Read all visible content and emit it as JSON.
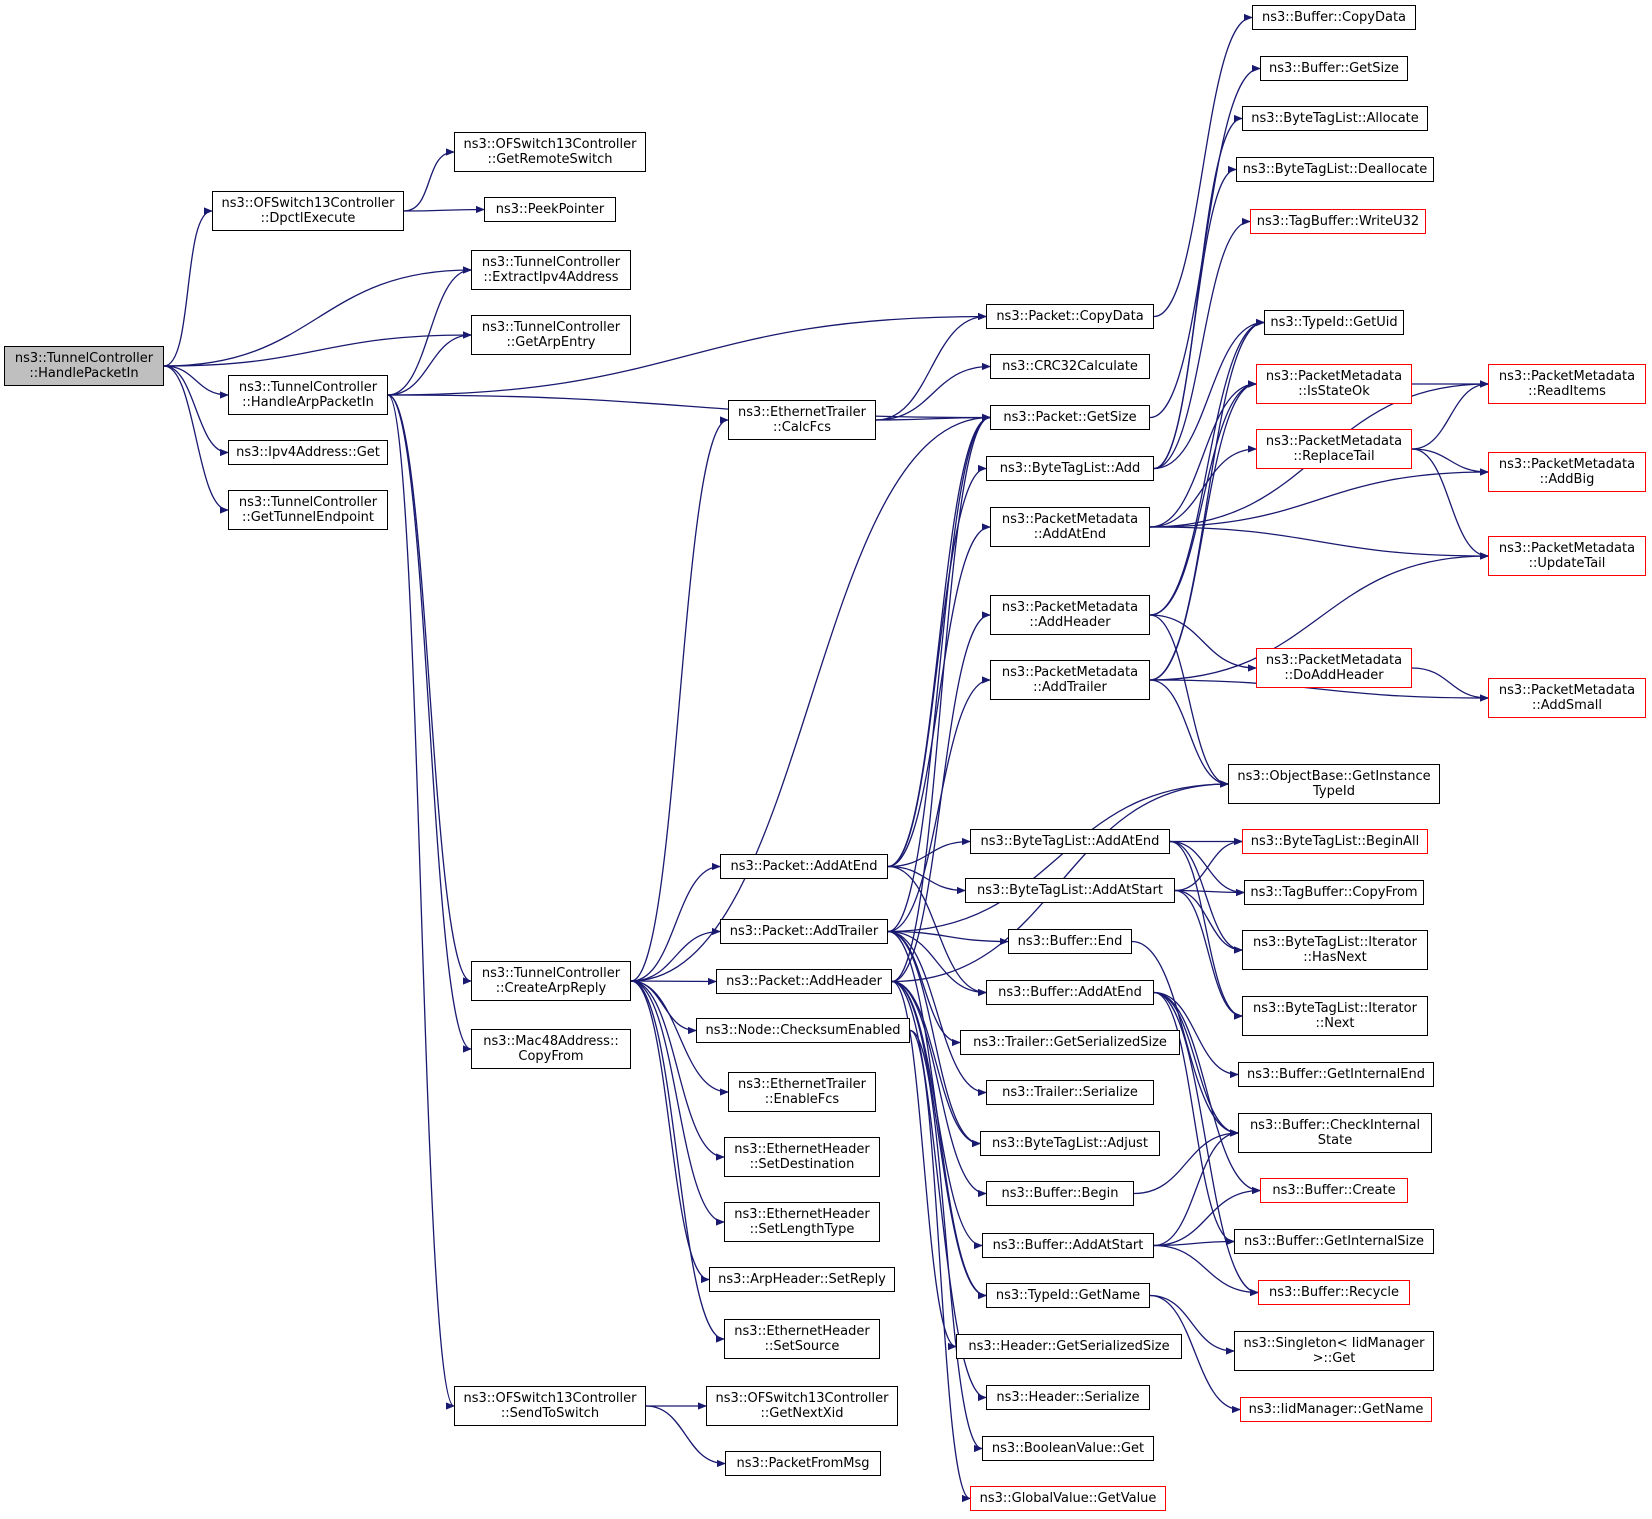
{
  "colors": {
    "edge": "#191970",
    "border": "#000000",
    "highlight_border": "#ff0000",
    "root_fill": "#bfbfbf"
  },
  "nodes": {
    "handlepacketin": "ns3::TunnelController\n::HandlePacketIn",
    "dpctlexecute": "ns3::OFSwitch13Controller\n::DpctlExecute",
    "getremoteswitch": "ns3::OFSwitch13Controller\n::GetRemoteSwitch",
    "peekpointer": "ns3::PeekPointer",
    "extractipv4address": "ns3::TunnelController\n::ExtractIpv4Address",
    "getarpentry": "ns3::TunnelController\n::GetArpEntry",
    "handlearppacketin": "ns3::TunnelController\n::HandleArpPacketIn",
    "ipv4addressget": "ns3::Ipv4Address::Get",
    "gettunnelendpoint": "ns3::TunnelController\n::GetTunnelEndpoint",
    "createarpreply": "ns3::TunnelController\n::CreateArpReply",
    "mac48copyfrom": "ns3::Mac48Address::\nCopyFrom",
    "sendtoswitch": "ns3::OFSwitch13Controller\n::SendToSwitch",
    "getnextxid": "ns3::OFSwitch13Controller\n::GetNextXid",
    "packetfrommsg": "ns3::PacketFromMsg",
    "calcfcs": "ns3::EthernetTrailer\n::CalcFcs",
    "packetaddatend": "ns3::Packet::AddAtEnd",
    "packetaddtrailer": "ns3::Packet::AddTrailer",
    "packetaddheader": "ns3::Packet::AddHeader",
    "checksumenabled": "ns3::Node::ChecksumEnabled",
    "enablefcs": "ns3::EthernetTrailer\n::EnableFcs",
    "setdestination": "ns3::EthernetHeader\n::SetDestination",
    "setlengthtype": "ns3::EthernetHeader\n::SetLengthType",
    "setreply": "ns3::ArpHeader::SetReply",
    "setsource": "ns3::EthernetHeader\n::SetSource",
    "packetcopydata": "ns3::Packet::CopyData",
    "crc32calculate": "ns3::CRC32Calculate",
    "packetgetsize": "ns3::Packet::GetSize",
    "bytetaglistadd": "ns3::ByteTagList::Add",
    "pmaddatend": "ns3::PacketMetadata\n::AddAtEnd",
    "pmaddheader": "ns3::PacketMetadata\n::AddHeader",
    "pmaddtrailer": "ns3::PacketMetadata\n::AddTrailer",
    "btladdatend": "ns3::ByteTagList::AddAtEnd",
    "btladdatstart": "ns3::ByteTagList::AddAtStart",
    "bufferend": "ns3::Buffer::End",
    "bufferaddatend": "ns3::Buffer::AddAtEnd",
    "trailergetsersize": "ns3::Trailer::GetSerializedSize",
    "trailerserialize": "ns3::Trailer::Serialize",
    "btladjust": "ns3::ByteTagList::Adjust",
    "bufferbegin": "ns3::Buffer::Begin",
    "bufferaddatstart": "ns3::Buffer::AddAtStart",
    "typeidgetname": "ns3::TypeId::GetName",
    "headergetsersize": "ns3::Header::GetSerializedSize",
    "headerserialize": "ns3::Header::Serialize",
    "booleanvalueget": "ns3::BooleanValue::Get",
    "globalvaluegetvalue": "ns3::GlobalValue::GetValue",
    "buffercopydata": "ns3::Buffer::CopyData",
    "buffergetsize": "ns3::Buffer::GetSize",
    "btlallocate": "ns3::ByteTagList::Allocate",
    "btldeallocate": "ns3::ByteTagList::Deallocate",
    "tagbufferwriteu32": "ns3::TagBuffer::WriteU32",
    "typeidgetuid": "ns3::TypeId::GetUid",
    "pmisstateok": "ns3::PacketMetadata\n::IsStateOk",
    "pmreplacetail": "ns3::PacketMetadata\n::ReplaceTail",
    "pmdoaddheader": "ns3::PacketMetadata\n::DoAddHeader",
    "objectbasegetinstancetypeid": "ns3::ObjectBase::GetInstance\nTypeId",
    "btlbeginall": "ns3::ByteTagList::BeginAll",
    "tagbuffercopyfrom": "ns3::TagBuffer::CopyFrom",
    "btliterhasnext": "ns3::ByteTagList::Iterator\n::HasNext",
    "btliternext": "ns3::ByteTagList::Iterator\n::Next",
    "buffergetinternalend": "ns3::Buffer::GetInternalEnd",
    "buffercheckinternalstate": "ns3::Buffer::CheckInternal\nState",
    "buffercreate": "ns3::Buffer::Create",
    "buffergetinternalsize": "ns3::Buffer::GetInternalSize",
    "bufferrecycle": "ns3::Buffer::Recycle",
    "singletonget": "ns3::Singleton< IidManager\n>::Get",
    "iidmanagergetname": "ns3::IidManager::GetName",
    "pmreaditems": "ns3::PacketMetadata\n::ReadItems",
    "pmaddbig": "ns3::PacketMetadata\n::AddBig",
    "pmupdatetail": "ns3::PacketMetadata\n::UpdateTail",
    "pmaddsmall": "ns3::PacketMetadata\n::AddSmall"
  }
}
